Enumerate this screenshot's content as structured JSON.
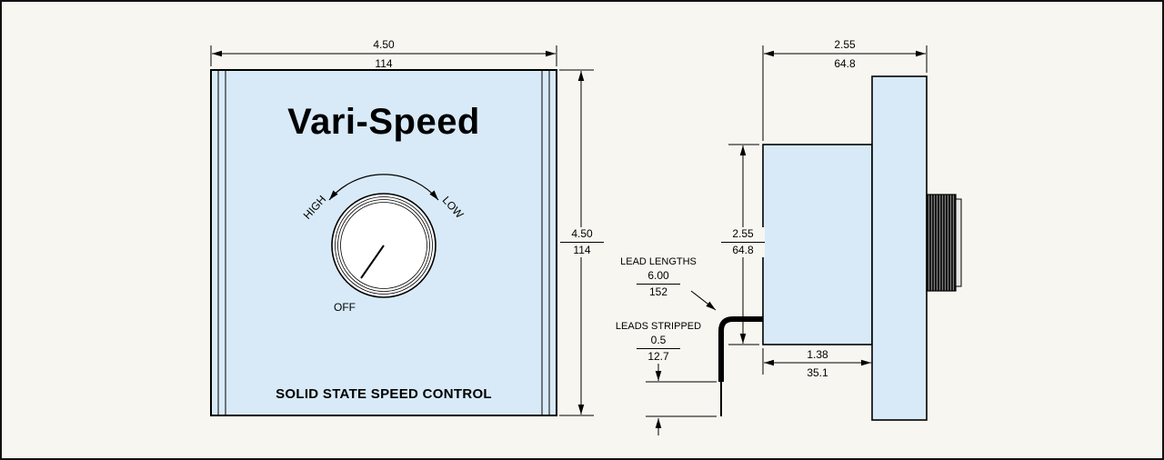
{
  "colors": {
    "background": "#f7f6f0",
    "panel_blue": "#d8eaf8",
    "line": "#000000"
  },
  "front_view": {
    "title": "Vari-Speed",
    "dial": {
      "high_label": "HIGH",
      "low_label": "LOW",
      "off_label": "OFF"
    },
    "footer": "SOLID STATE SPEED CONTROL",
    "width_dim": {
      "inches": "4.50",
      "mm": "114"
    },
    "height_dim": {
      "inches": "4.50",
      "mm": "114"
    }
  },
  "side_view": {
    "depth_dim": {
      "inches": "2.55",
      "mm": "64.8"
    },
    "body_height_dim": {
      "inches": "2.55",
      "mm": "64.8"
    },
    "body_depth_dim": {
      "inches": "1.38",
      "mm": "35.1"
    },
    "lead_lengths": {
      "label": "LEAD LENGTHS",
      "inches": "6.00",
      "mm": "152"
    },
    "leads_stripped": {
      "label": "LEADS STRIPPED",
      "inches": "0.5",
      "mm": "12.7"
    }
  }
}
